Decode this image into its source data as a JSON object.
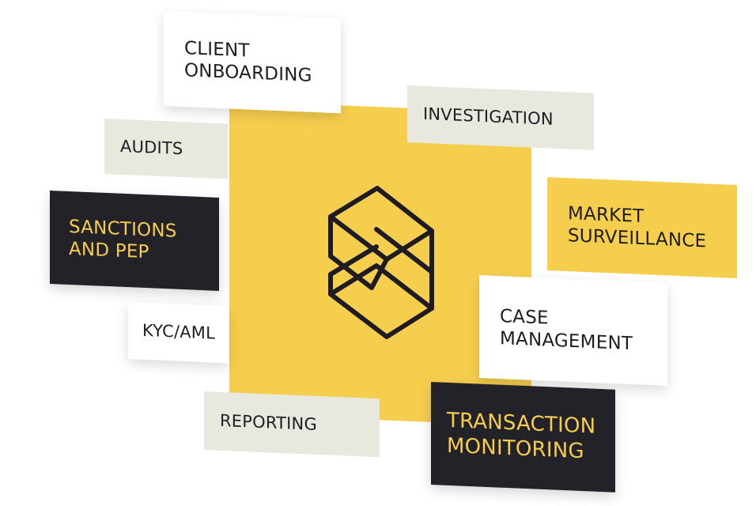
{
  "diagram": {
    "center_icon": "stacked-layers-logo-icon",
    "colors": {
      "accent_yellow": "#f6ce4e",
      "dark": "#242229",
      "light_gray": "#e9e8df",
      "white": "#ffffff",
      "text_dark": "#1f1d22"
    },
    "cards": {
      "client_onboarding": [
        "Client",
        "Onboarding"
      ],
      "investigation": [
        "Investigation"
      ],
      "audits": [
        "Audits"
      ],
      "sanctions_pep": [
        "Sanctions",
        "and PEP"
      ],
      "market_surveillance": [
        "Market",
        "Surveillance"
      ],
      "kyc_aml": [
        "KYC/AML"
      ],
      "case_management": [
        "Case",
        "Management"
      ],
      "reporting": [
        "Reporting"
      ],
      "transaction_monitoring": [
        "Transaction",
        "Monitoring"
      ]
    }
  }
}
